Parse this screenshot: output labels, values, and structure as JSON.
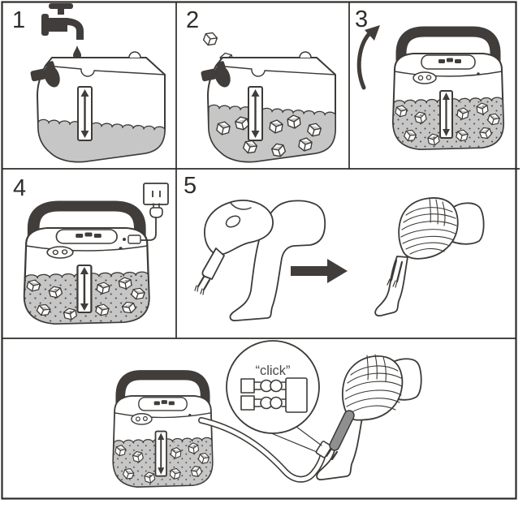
{
  "figure": {
    "panels": {
      "p1": "1",
      "p2": "2",
      "p3": "3",
      "p4": "4",
      "p5": "5"
    },
    "callout": {
      "click": "“click”"
    }
  },
  "colors": {
    "line": "#3d3a37",
    "dark": "#413d3b",
    "water": "#c6c6c6",
    "sleeve": "#8f8f8f",
    "background": "#ffffff"
  }
}
